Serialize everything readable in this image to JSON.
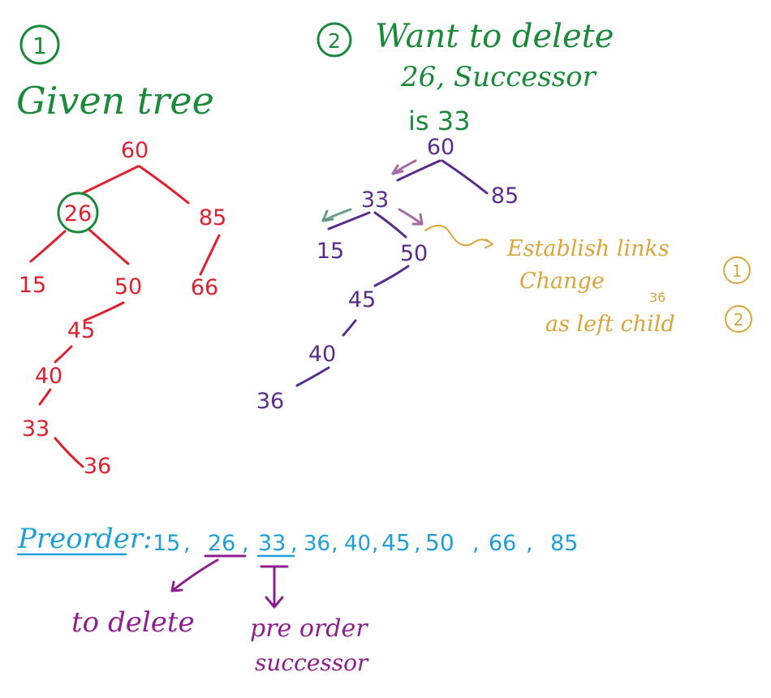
{
  "colors": {
    "green": "#1a8a3a",
    "red": "#e0202e",
    "purple": "#5a2d8c",
    "gold": "#d9a63a",
    "blue": "#1e9fd8",
    "magenta": "#8e1f8e",
    "teal": "#6a9a8a"
  },
  "section1": {
    "number": "1",
    "title": "Given tree",
    "tree": {
      "root": "60",
      "n26": "26",
      "n85": "85",
      "n15": "15",
      "n50": "50",
      "n66": "66",
      "n45": "45",
      "n40": "40",
      "n33": "33",
      "n36": "36"
    }
  },
  "section2": {
    "number": "2",
    "line1": "Want to delete",
    "line2": "26, Successor",
    "line3": "is 33",
    "tree": {
      "root": "60",
      "n33": "33",
      "n85": "85",
      "n15": "15",
      "n50": "50",
      "n45": "45",
      "n40": "40",
      "n36": "36"
    },
    "note": {
      "line1": "Establish links",
      "mark1": "1",
      "line2": "Change",
      "line2_value": "36",
      "line3": "as left child",
      "mark2": "2"
    }
  },
  "preorder": {
    "label": "Preorder:",
    "values": [
      "15",
      "26",
      "33",
      "36",
      "40",
      "45",
      "50",
      "66",
      "85"
    ],
    "delete_label": "to delete",
    "successor_line1": "pre order",
    "successor_line2": "successor"
  }
}
